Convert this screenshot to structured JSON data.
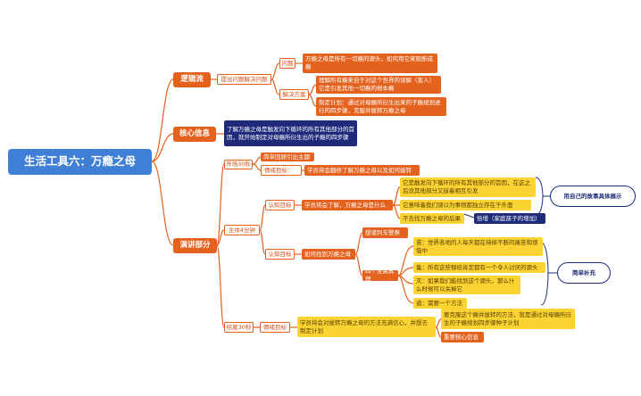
{
  "colors": {
    "root": "#3f7fd6",
    "main": "#e4621d",
    "highlight": "#fbd433",
    "dark": "#1f2b7a"
  },
  "root": "生活工具六：万瘾之母",
  "logic": {
    "title": "逻辑流",
    "step": "提出问题解决问题",
    "question_label": "问题",
    "question": "万瘾之母是所有一切瘾的源头，如何用它来阻断成瘾",
    "solution_label": "解决方案",
    "solution_1": "理解所有瘾来自于对这个世界的误解（害人）它是引发其他一切瘾的根本瘾",
    "solution_2": "制定计划：通过对母瘾所衍生出来的子瘾规划进行的四步骤，克服并拔转万瘾之母"
  },
  "core": {
    "title": "核心信息",
    "text": "了解万瘾之母是触发向下循环的所有其他部分的首因，就开始制定对母瘾所衍生出的子瘾的四步骤"
  },
  "lecture": {
    "title": "演讲部分",
    "opening": {
      "label": "开场30秒",
      "item_1": "简单回顾引出主题",
      "item_2_label": "情绪目标：",
      "item_2_text": "学员将会翻修了解万瘾之母以及如何拔转"
    },
    "body": {
      "label": "主体4分钟",
      "cog1": {
        "label": "认知目标",
        "goal": "学员将会了解，万瘾之母是什么",
        "a1": "它是触发向下循环的所有其他部分的首因，在这之后没其他部分又接着相互引发",
        "a2": "它意味着我们误以为事物都独立存在于外面",
        "a3": "不去找万瘾之母的后果",
        "a3_tag": "恰增（家庭孩子的增加）",
        "bubble": "用自己的故事具体展示"
      },
      "cog2": {
        "label": "认知目标",
        "goal": "如何找到万瘾之母",
        "b1": "想诸列车警察",
        "b2": "四个至高真理",
        "t1": "苦：世界各地的人每天都在持续不断的痛苦和烦恼中",
        "t2": "集：所有这些郁结肯定都有一个令人讨厌的源头",
        "t3": "灭：如果我们能找到这个源头，那么什么时候可以关掉它",
        "t4": "道：需要一个方法",
        "bubble": "简单补充"
      }
    },
    "closing": {
      "label": "结尾30秒",
      "goal_label": "情绪目标",
      "goal": "学员将会对拔转万瘾之母的方法充满信心，并想去制定计划",
      "c1": "要克服这个瘾并拔转的方法，就是通过对母瘾所衍生的子瘾规划四步骤种子计划",
      "c2": "重要核心信息"
    }
  }
}
